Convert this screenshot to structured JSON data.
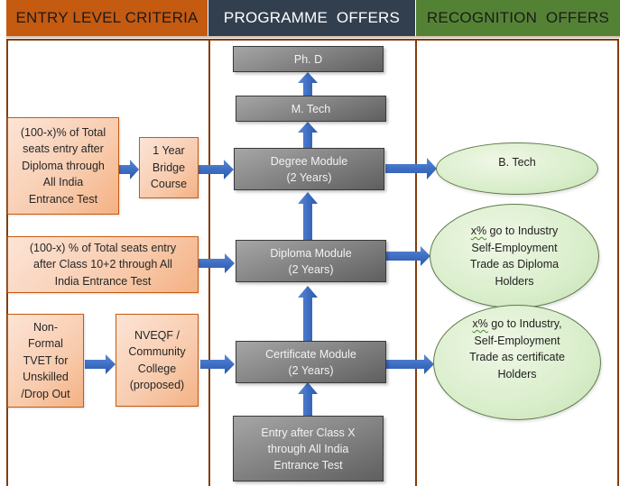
{
  "headers": {
    "entry": "ENTRY LEVEL CRITERIA",
    "programme": "PROGRAMME  OFFERS",
    "recognition": "RECOGNITION  OFFERS"
  },
  "colors": {
    "entry_header": "#c55a11",
    "programme_header": "#323f4f",
    "recognition_header": "#548235",
    "arrow": "#4472c4",
    "column_border": "#843c0c"
  },
  "entry_boxes": {
    "after_diploma": "(100-x)% of Total\nseats entry after\nDiploma through\nAll India\nEntrance Test",
    "bridge_course": "1 Year\nBridge\nCourse",
    "after_class_12": "(100-x) % of Total seats entry\nafter Class 10+2 through All\nIndia Entrance Test",
    "non_formal": "Non-\nFormal\nTVET for\nUnskilled\n/Drop Out",
    "nveqf": "NVEQF /\nCommunity\nCollege\n(proposed)"
  },
  "programme_boxes": {
    "phd": "Ph. D",
    "mtech": "M. Tech",
    "degree": "Degree Module\n(2 Years)",
    "diploma": "Diploma Module\n(2 Years)",
    "certificate": "Certificate Module\n(2 Years)",
    "entry_class_x": "Entry after Class X\nthrough All India\nEntrance Test"
  },
  "recognition": {
    "btech": "B. Tech",
    "diploma_holders": {
      "prefix": "x%",
      "rest": " go to Industry\nSelf-Employment\nTrade as Diploma\nHolders"
    },
    "certificate_holders": {
      "prefix": "x%",
      "rest": " go to Industry,\nSelf-Employment\nTrade as certificate\nHolders"
    }
  },
  "arrows": [
    {
      "id": "after-diploma-to-bridge",
      "from": "after_diploma",
      "to": "bridge_course",
      "direction": "right"
    },
    {
      "id": "bridge-to-degree",
      "from": "bridge_course",
      "to": "degree",
      "direction": "right"
    },
    {
      "id": "class12-to-diploma",
      "from": "after_class_12",
      "to": "diploma",
      "direction": "right"
    },
    {
      "id": "nonformal-to-nveqf",
      "from": "non_formal",
      "to": "nveqf",
      "direction": "right"
    },
    {
      "id": "nveqf-to-certificate",
      "from": "nveqf",
      "to": "certificate",
      "direction": "right"
    },
    {
      "id": "classx-to-certificate",
      "from": "entry_class_x",
      "to": "certificate",
      "direction": "up"
    },
    {
      "id": "certificate-to-diploma",
      "from": "certificate",
      "to": "diploma",
      "direction": "up"
    },
    {
      "id": "diploma-to-degree",
      "from": "diploma",
      "to": "degree",
      "direction": "up"
    },
    {
      "id": "degree-to-mtech",
      "from": "degree",
      "to": "mtech",
      "direction": "up"
    },
    {
      "id": "mtech-to-phd",
      "from": "mtech",
      "to": "phd",
      "direction": "up"
    },
    {
      "id": "degree-to-btech",
      "from": "degree",
      "to": "btech",
      "direction": "right"
    },
    {
      "id": "diploma-to-diploma-holders",
      "from": "diploma",
      "to": "diploma_holders",
      "direction": "right"
    },
    {
      "id": "certificate-to-certificate-holders",
      "from": "certificate",
      "to": "certificate_holders",
      "direction": "right"
    }
  ]
}
